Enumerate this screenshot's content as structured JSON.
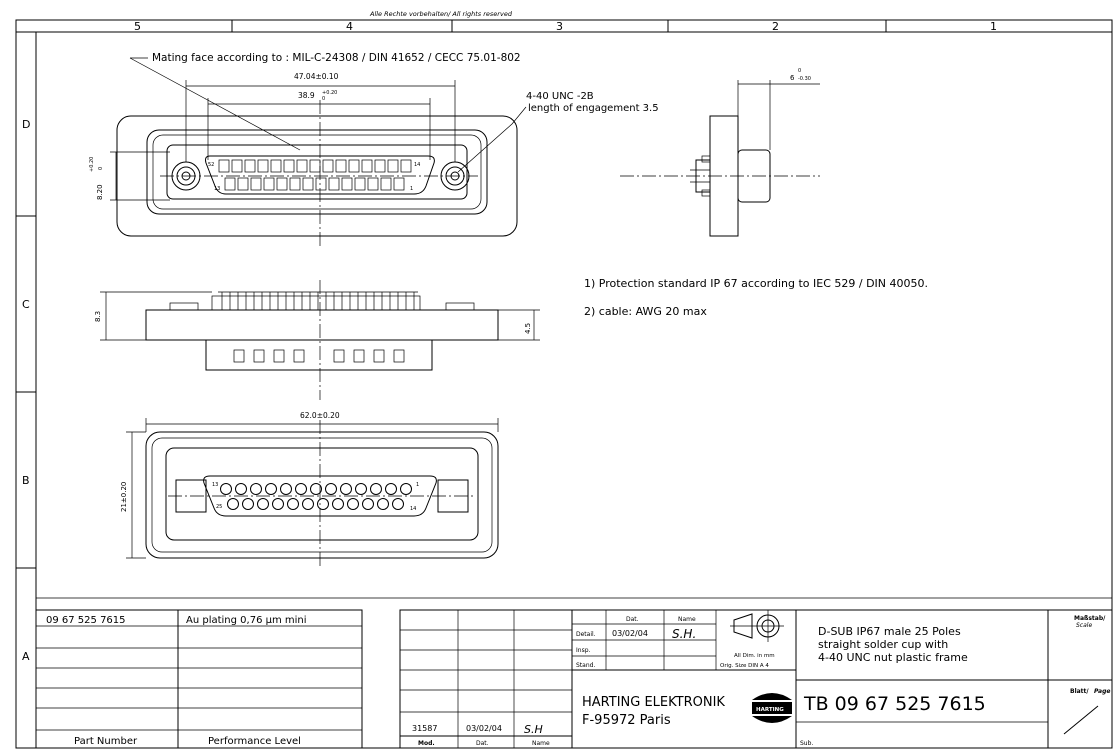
{
  "header": {
    "rights": "Alle Rechte vorbehalten/ All rights reserved"
  },
  "grid": {
    "columns": [
      "5",
      "4",
      "3",
      "2",
      "1"
    ],
    "rows": [
      "D",
      "C",
      "B",
      "A"
    ]
  },
  "annotations": {
    "mating_face": "Mating face according to : MIL-C-24308 / DIN 41652 / CECC 75.01-802",
    "thread": "4-40 UNC -2B",
    "engagement": "length of engagement 3.5",
    "note1": "1) Protection standard IP 67 according to IEC 529 / DIN 40050.",
    "note2": "2) cable: AWG 20 max"
  },
  "dimensions": {
    "d47": "47.04±0.10",
    "d38": "38.9",
    "d38_tol_up": "+0.20",
    "d38_tol_dn": "0",
    "d8_20": "8.20",
    "d8_20_tol_up": "+0.20",
    "d8_20_tol_dn": "0",
    "d6": "6",
    "d6_tol_up": "0",
    "d6_tol_dn": "-0.30",
    "d8_3": "8.3",
    "d4_5": "4.5",
    "d62": "62.0±0.20",
    "d21": "21±0.20"
  },
  "pin_labels": {
    "rear_tl": "52",
    "rear_tr": "14",
    "rear_bl": "13",
    "rear_br": "1",
    "front_tl": "13",
    "front_tr": "1",
    "front_bl": "25",
    "front_br": "14"
  },
  "parts_table": {
    "part_number_value": "09 67 525 7615",
    "performance_value": "Au plating 0,76 µm mini",
    "header_part": "Part Number",
    "header_perf": "Performance Level"
  },
  "revision": {
    "number": "31587",
    "date": "03/02/04",
    "name": "S.H",
    "col_mod": "Mod.",
    "col_date": "Dat.",
    "col_name": "Name"
  },
  "approvals": {
    "col_date": "Dat.",
    "col_name": "Name",
    "detail": "Detail.",
    "insp": "Insp.",
    "stand": "Stand.",
    "detail_date": "03/02/04",
    "detail_name": "S.H."
  },
  "projection": {
    "all_dim": "All Dim. in mm",
    "orig_size": "Orig. Size DIN A 4"
  },
  "company": {
    "name": "HARTING ELEKTRONIK",
    "address": "F-95972 Paris",
    "logo_text": "HARTING"
  },
  "description": {
    "line1": "D-SUB IP67 male 25 Poles",
    "line2": "straight solder cup with",
    "line3": "4-40 UNC nut plastic frame"
  },
  "drawing_number": "TB  09 67 525 7615",
  "sub_label": "Sub.",
  "scale": {
    "de": "Maßstab/",
    "en": "Scale"
  },
  "page": {
    "de": "Blatt/",
    "en": "Page"
  }
}
